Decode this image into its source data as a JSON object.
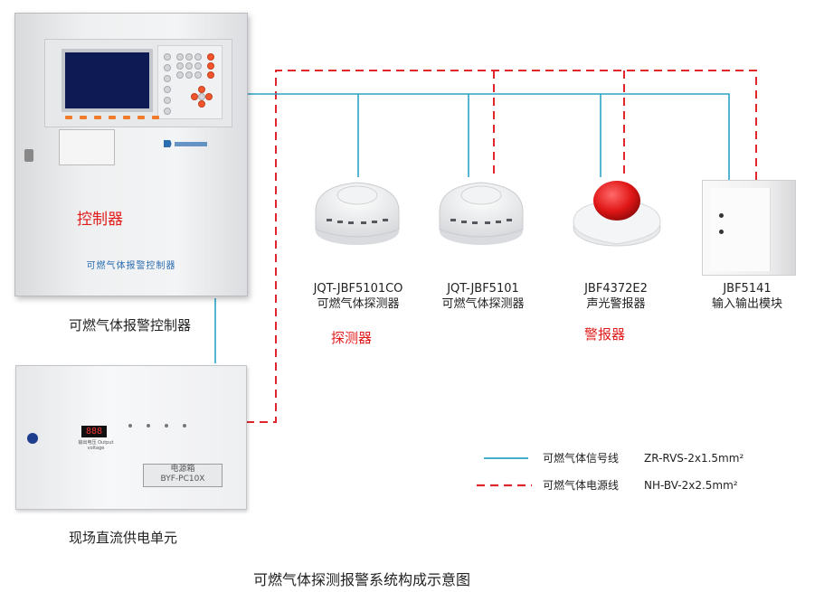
{
  "title": "可燃气体探测报警系统构成示意图",
  "controller": {
    "red_label": "控制器",
    "plate_text": "可燃气体报警控制器",
    "caption": "可燃气体报警控制器"
  },
  "power_unit": {
    "caption": "现场直流供电单元",
    "display": "888",
    "display_sub": "输出电压 Output voltage",
    "plate_line1": "电源箱",
    "plate_line2": "BYF-PC10X"
  },
  "devices": [
    {
      "model": "JQT-JBF5101CO",
      "name": "可燃气体探测器"
    },
    {
      "model": "JQT-JBF5101",
      "name": "可燃气体探测器"
    },
    {
      "model": "JBF4372E2",
      "name": "声光警报器"
    },
    {
      "model": "JBF5141",
      "name": "输入输出模块"
    }
  ],
  "group_labels": {
    "detectors": "探测器",
    "alarm": "警报器"
  },
  "legend": [
    {
      "name": "可燃气体信号线",
      "spec": "ZR-RVS-2x1.5mm²",
      "color": "#2ba3c6",
      "style": "solid"
    },
    {
      "name": "可燃气体电源线",
      "spec": "NH-BV-2x2.5mm²",
      "color": "#e0262a",
      "style": "dashed"
    }
  ],
  "colors": {
    "signal_line": "#2ba3c6",
    "power_line": "#e0262a",
    "label_red": "#e21b1b",
    "brand_blue": "#2b6cb0"
  }
}
